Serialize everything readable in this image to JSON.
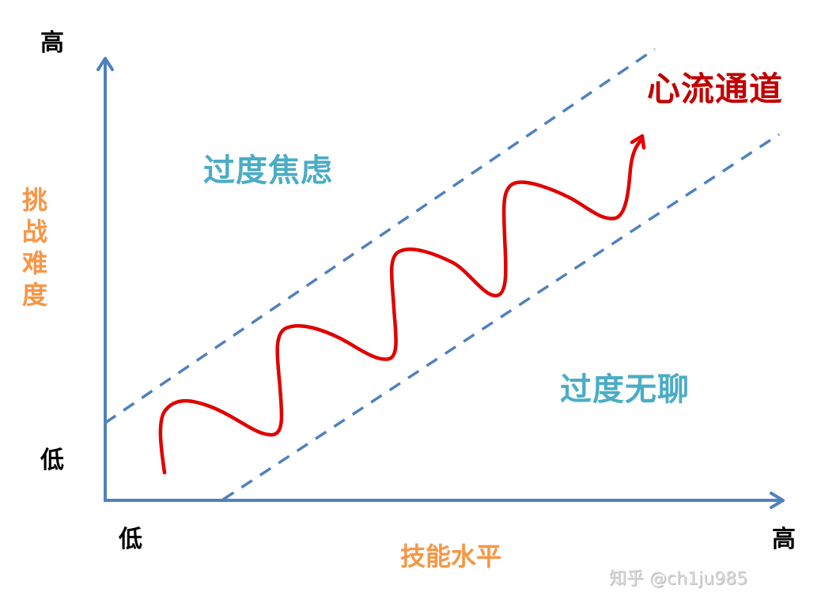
{
  "title": "心流通道",
  "colors": {
    "axis": "#4f81bd",
    "dashed": "#4f81bd",
    "wave": "#e00000",
    "flow_label": "#c00000",
    "region_label": "#4bacc6",
    "axis_title": "#f79646",
    "axis_end": "#000000"
  },
  "y_axis": {
    "title": "挑战难度",
    "title_chars": [
      "挑",
      "战",
      "难",
      "度"
    ],
    "high_label": "高",
    "low_label": "低"
  },
  "x_axis": {
    "title": "技能水平",
    "low_label": "低",
    "high_label": "高"
  },
  "regions": {
    "anxiety": "过度焦虑",
    "boredom": "过度无聊",
    "flow_channel": "心流通道"
  },
  "watermark": "知乎 @ch1ju985"
}
